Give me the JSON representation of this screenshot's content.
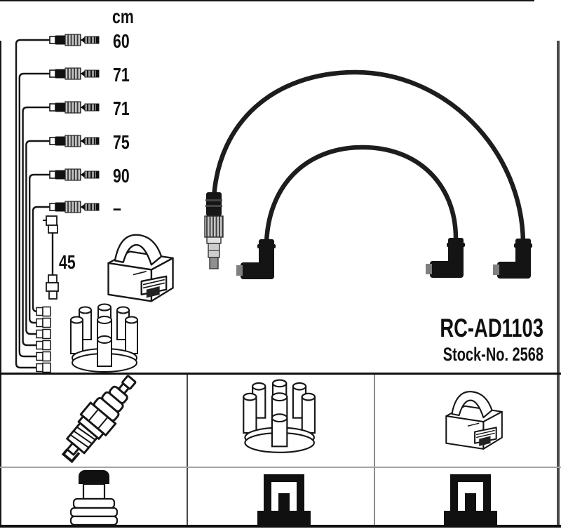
{
  "product": {
    "part_number": "RC-AD1103",
    "stock_number": "Stock-No. 2568"
  },
  "diagram": {
    "unit_label": "cm",
    "cable_rows": [
      {
        "length": "60"
      },
      {
        "length": "71"
      },
      {
        "length": "71"
      },
      {
        "length": "75"
      },
      {
        "length": "90"
      },
      {
        "length": "–"
      }
    ],
    "coil_wire": {
      "length": "45"
    },
    "icons": [
      "ignition-coil-icon",
      "distributor-cap-icon",
      "straight-connector-icon",
      "elbow-boot-icon"
    ]
  },
  "legend_grid": {
    "row1": [
      "spark-plug-icon",
      "distributor-cap-icon",
      "ignition-coil-icon"
    ],
    "row2": [
      "terminal-nut-icon",
      "plug-socket-icon",
      "plug-socket-icon"
    ]
  },
  "colors": {
    "line_art": "#161616",
    "background": "#ffffff",
    "divider_gray": "#a5a5a5"
  }
}
